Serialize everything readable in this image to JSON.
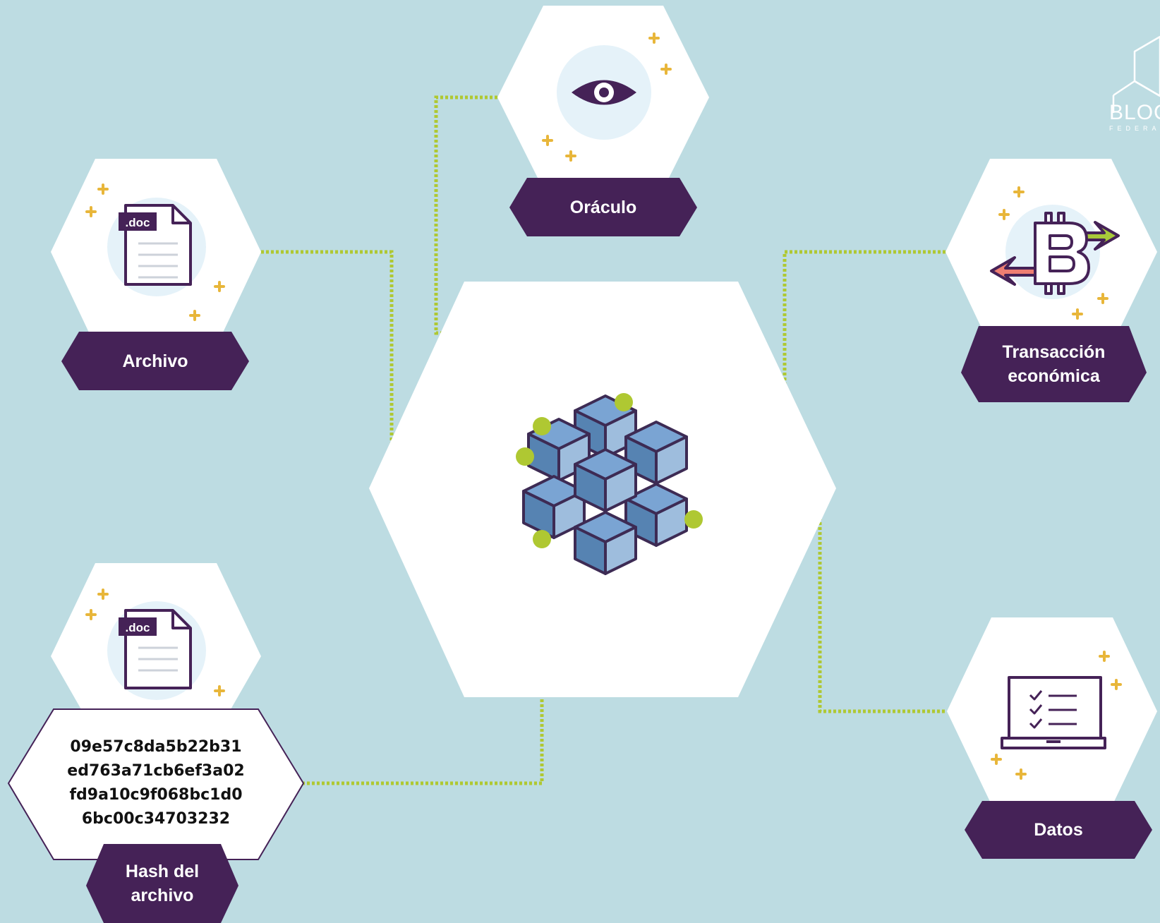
{
  "diagram": {
    "center": {
      "name": "blockchain-blocks"
    },
    "nodes": {
      "oracle": {
        "label": "Oráculo",
        "icon": "eye-icon"
      },
      "file": {
        "label": "Archivo",
        "icon": "doc-file-icon",
        "tag": ".doc"
      },
      "transaction": {
        "label": "Transacción\neconómica",
        "icon": "bitcoin-transfer-icon"
      },
      "data": {
        "label": "Datos",
        "icon": "laptop-checklist-icon"
      },
      "hash": {
        "label": "Hash del\narchivo",
        "icon": "doc-file-icon",
        "tag": ".doc",
        "value": "09e57c8da5b22b31\ned763a71cb6ef3a02\nfd9a10c9f068bc1d0\n6bc00c34703232"
      }
    },
    "logo": {
      "text": "BLOC",
      "subtext": "FEDERA"
    }
  },
  "colors": {
    "background": "#bddce2",
    "label_bg": "#452257",
    "connector": "#afc832",
    "sparkle": "#e8b63a",
    "cube": "#6b98c8",
    "icon_halo": "#e5f2f9"
  }
}
